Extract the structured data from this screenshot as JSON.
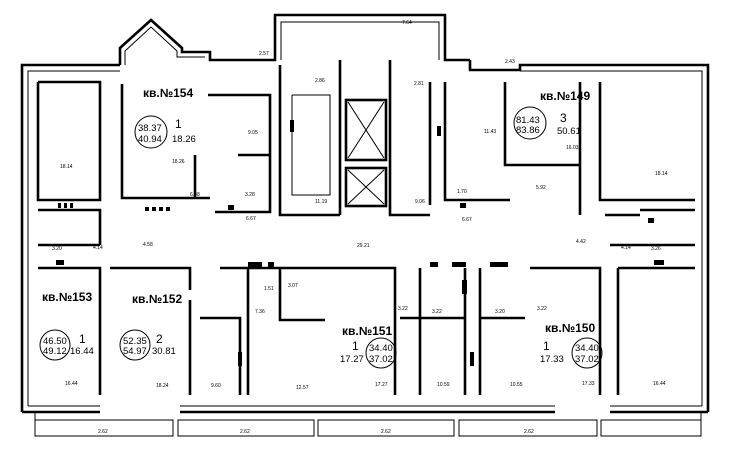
{
  "apartments": [
    {
      "id": "154",
      "label": "кв.№154",
      "rooms": "1",
      "total_a": "38.37",
      "total_b": "40.94",
      "living": "18.26"
    },
    {
      "id": "149",
      "label": "кв.№149",
      "rooms": "3",
      "total_a": "81.43",
      "total_b": "83.86",
      "living": "50.61"
    },
    {
      "id": "153",
      "label": "кв.№153",
      "rooms": "1",
      "total_a": "46.50",
      "total_b": "49.12",
      "living": "16.44"
    },
    {
      "id": "152",
      "label": "кв.№152",
      "rooms": "2",
      "total_a": "52.35",
      "total_b": "54.97",
      "living": "30.81"
    },
    {
      "id": "151",
      "label": "кв.№151",
      "rooms": "1",
      "total_a": "34.40",
      "total_b": "37.02",
      "living": "17.27"
    },
    {
      "id": "150",
      "label": "кв.№150",
      "rooms": "1",
      "total_a": "34.40",
      "total_b": "37.02",
      "living": "17.33"
    }
  ],
  "room_areas": [
    "18.14",
    "18.26",
    "9.05",
    "6.88",
    "3.28",
    "6.67",
    "2.57",
    "2.86",
    "11.19",
    "7.64",
    "2.81",
    "9.06",
    "11.43",
    "16.03",
    "1.70",
    "5.92",
    "6.67",
    "2.43",
    "18.14",
    "3.20",
    "4.14",
    "4.58",
    "29.21",
    "4.42",
    "4.14",
    "3.26",
    "1.51",
    "3.07",
    "7.36",
    "3.22",
    "3.22",
    "3.20",
    "3.22",
    "16.44",
    "18.24",
    "9.60",
    "12.57",
    "17.27",
    "10.59",
    "10.55",
    "17.33",
    "16.44"
  ],
  "balconies": [
    "2.62",
    "2.62",
    "2.62",
    "2.62"
  ]
}
